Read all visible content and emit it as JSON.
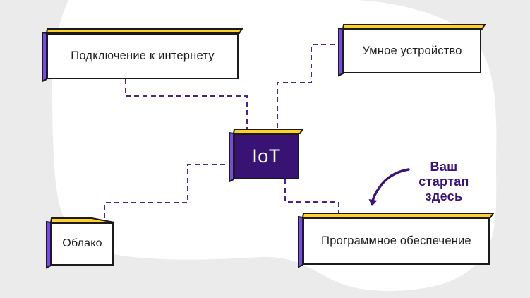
{
  "diagram": {
    "boxes": {
      "internet": {
        "label": "Подключение к интернету"
      },
      "device": {
        "label": "Умное устройство"
      },
      "iot": {
        "label": "IoT"
      },
      "cloud": {
        "label": "Облако"
      },
      "software": {
        "label": "Программное обеспечение"
      }
    },
    "annotation": {
      "text": "Ваш\nстартап\nздесь"
    },
    "connections": [
      "internet-iot",
      "device-iot",
      "iot-cloud",
      "iot-software"
    ],
    "colors": {
      "background": "#EBEBEB",
      "blob": "#FFFFFF",
      "outline": "#1B1B19",
      "accent_yellow": "#FFD028",
      "accent_purple": "#7A4AE6",
      "iot_fill": "#391374",
      "connector_purple": "#4A2190",
      "annotation_purple": "#3A1378",
      "text": "#1E1E1C"
    }
  }
}
